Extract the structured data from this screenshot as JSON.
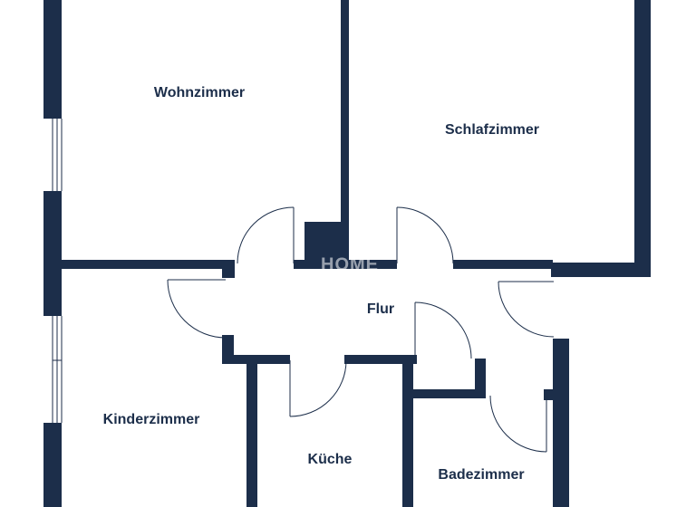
{
  "rooms": {
    "wohnzimmer": "Wohnzimmer",
    "schlafzimmer": "Schlafzimmer",
    "flur": "Flur",
    "kinderzimmer": "Kinderzimmer",
    "kueche": "Küche",
    "badezimmer": "Badezimmer"
  },
  "watermark": "HOME",
  "colors": {
    "wall": "#1c2e4a",
    "background": "#ffffff"
  }
}
